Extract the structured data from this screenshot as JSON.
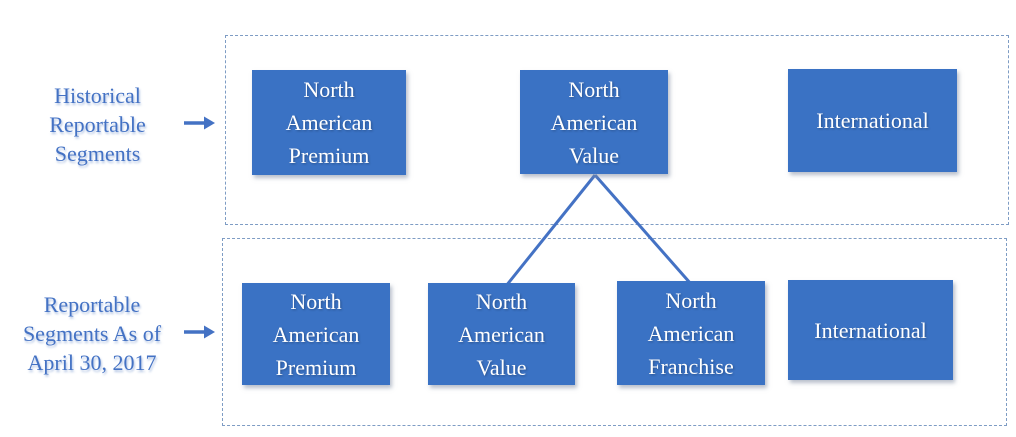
{
  "diagram": {
    "title_hint": "Reportable segments before and after April 30, 2017",
    "colors": {
      "box_fill": "#3a72c4",
      "box_text": "#ffffff",
      "side_label_text": "#4472c4",
      "connector_line": "#4472c4",
      "container_border": "#7e9cc4"
    },
    "side_labels": {
      "historical": "Historical\nReportable\nSegments",
      "current": "Reportable\nSegments As of\nApril 30, 2017"
    },
    "historical_segments": [
      {
        "label": "North\nAmerican\nPremium"
      },
      {
        "label": "North\nAmerican\nValue"
      },
      {
        "label": "International"
      }
    ],
    "current_segments": [
      {
        "label": "North\nAmerican\nPremium"
      },
      {
        "label": "North\nAmerican\nValue"
      },
      {
        "label": "North\nAmerican\nFranchise"
      },
      {
        "label": "International"
      }
    ],
    "relationships": [
      {
        "from": "North American Value (historical)",
        "to": "North American Value (current)"
      },
      {
        "from": "North American Value (historical)",
        "to": "North American Franchise (current)"
      }
    ]
  }
}
